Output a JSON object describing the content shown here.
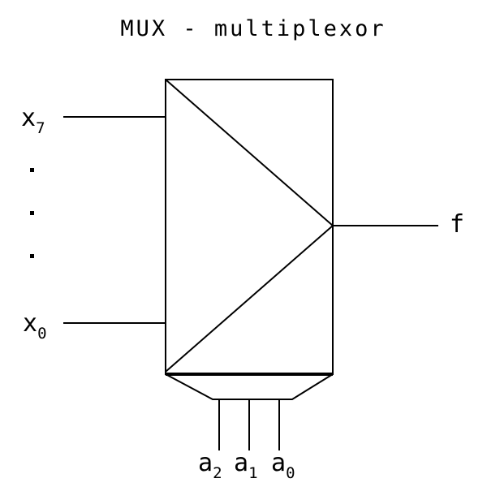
{
  "title": "MUX - multiplexor",
  "inputs": {
    "top": {
      "base": "x",
      "index": "7"
    },
    "bottom": {
      "base": "x",
      "index": "0"
    }
  },
  "output": {
    "label": "f"
  },
  "select_lines": [
    {
      "base": "a",
      "index": "2"
    },
    {
      "base": "a",
      "index": "1"
    },
    {
      "base": "a",
      "index": "0"
    }
  ]
}
